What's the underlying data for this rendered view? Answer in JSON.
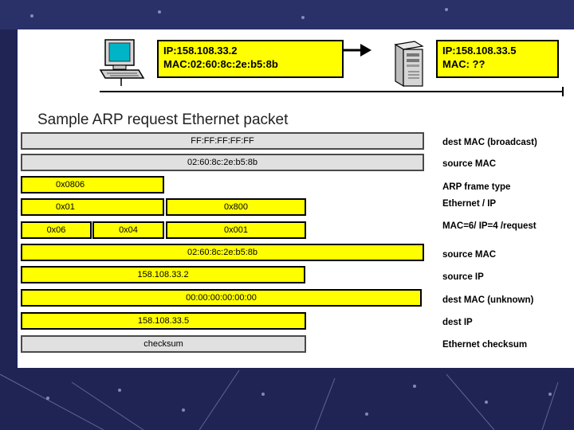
{
  "colors": {
    "background_dark": "#1f2455",
    "panel": "#ffffff",
    "field_yellow": "#ffff00",
    "field_gray": "#e0e0e0"
  },
  "hosts": {
    "sender": {
      "icon": "desktop-computer-icon",
      "ip": "IP:158.108.33.2",
      "mac": "MAC:02:60:8c:2e:b5:8b"
    },
    "target": {
      "icon": "server-tower-icon",
      "ip": "IP:158.108.33.5",
      "mac": "MAC:  ??"
    }
  },
  "title": "Sample ARP request Ethernet packet",
  "packet": {
    "fields": [
      "FF:FF:FF:FF:FF",
      "02:60:8c:2e:b5:8b",
      "0x0806",
      "0x01",
      "0x800",
      "0x06",
      "0x04",
      "0x001",
      "02:60:8c:2e:b5:8b",
      "158.108.33.2",
      "00:00:00:00:00:00",
      "158.108.33.5",
      "checksum"
    ],
    "descriptions": [
      "dest MAC (broadcast)",
      "source MAC",
      "ARP frame type",
      "Ethernet / IP",
      "MAC=6/ IP=4 /request",
      "source MAC",
      "source IP",
      "dest MAC (unknown)",
      "dest IP",
      "Ethernet checksum"
    ]
  }
}
